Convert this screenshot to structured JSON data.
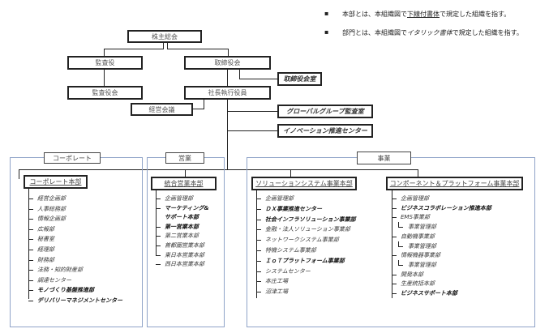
{
  "notes": [
    {
      "prefix": "本部とは、本組織図で",
      "emph": "下線付書体",
      "suffix": "で規定した組織を指す。",
      "emph_style": "underline"
    },
    {
      "prefix": "部門とは、本組織図で",
      "emph": "イタリック書体",
      "suffix": "で規定した組織を指す。",
      "emph_style": "italic"
    }
  ],
  "top": {
    "shareholders": "株主総会",
    "auditor": "監査役",
    "board": "取締役会",
    "audit_board": "監査役会",
    "board_office": "取締役会室",
    "ceo": "社長執行役員",
    "management_meeting": "経営会議",
    "global_audit": "グローバルグループ監査室",
    "innovation_center": "イノベーション推進センター"
  },
  "groups": {
    "corporate": {
      "label": "コーポレート",
      "hq": "コーポレート本部",
      "items": [
        {
          "text": "経営企画部",
          "bold": false
        },
        {
          "text": "人事総務部",
          "bold": false
        },
        {
          "text": "情報企画部",
          "bold": false
        },
        {
          "text": "広報部",
          "bold": false
        },
        {
          "text": "秘書室",
          "bold": false
        },
        {
          "text": "経理部",
          "bold": false
        },
        {
          "text": "財務部",
          "bold": false
        },
        {
          "text": "法務・知的財産部",
          "bold": false
        },
        {
          "text": "調達センター",
          "bold": false
        },
        {
          "text": "モノづくり基盤推進部",
          "bold": true
        },
        {
          "text": "デリバリーマネジメントセンター",
          "bold": true
        }
      ]
    },
    "sales": {
      "label": "営業",
      "hq": "統合営業本部",
      "items": [
        {
          "text": "企画管理部",
          "bold": false
        },
        {
          "text": "マーケティング&",
          "bold": true
        },
        {
          "text": "サポート本部",
          "bold": true
        },
        {
          "text": "第一営業本部",
          "bold": true
        },
        {
          "text": "第二営業本部",
          "bold": false
        },
        {
          "text": "首都圏営業本部",
          "bold": false
        },
        {
          "text": "東日本営業本部",
          "bold": false
        },
        {
          "text": "西日本営業本部",
          "bold": false
        }
      ]
    },
    "business": {
      "label": "事業",
      "solutions": {
        "hq": "ソリューションシステム事業本部",
        "items": [
          {
            "text": "企画管理部",
            "bold": false
          },
          {
            "text": "ＤＸ事業推進センター",
            "bold": true
          },
          {
            "text": "社会インフラソリューション事業部",
            "bold": true
          },
          {
            "text": "金融・法人ソリューション事業部",
            "bold": false
          },
          {
            "text": "ネットワークシステム事業部",
            "bold": false
          },
          {
            "text": "特機システム事業部",
            "bold": false
          },
          {
            "text": "ＩｏＴプラットフォーム事業部",
            "bold": true
          },
          {
            "text": "システムセンター",
            "bold": false
          },
          {
            "text": "本庄工場",
            "bold": false
          },
          {
            "text": "沼津工場",
            "bold": false
          }
        ]
      },
      "components": {
        "hq": "コンポーネント＆プラットフォーム事業本部",
        "items": [
          {
            "text": "企画管理部",
            "bold": false,
            "sub": false
          },
          {
            "text": "ビジネスコラボレーション推進本部",
            "bold": true,
            "sub": false
          },
          {
            "text": "EMS事業部",
            "bold": false,
            "sub": false
          },
          {
            "text": "事業管理部",
            "bold": false,
            "sub": true
          },
          {
            "text": "自動機事業部",
            "bold": false,
            "sub": false
          },
          {
            "text": "事業管理部",
            "bold": false,
            "sub": true
          },
          {
            "text": "情報機器事業部",
            "bold": false,
            "sub": false
          },
          {
            "text": "事業管理部",
            "bold": false,
            "sub": true
          },
          {
            "text": "開発本部",
            "bold": false,
            "sub": false
          },
          {
            "text": "生産統括本部",
            "bold": false,
            "sub": false
          },
          {
            "text": "ビジネスサポート本部",
            "bold": true,
            "sub": false
          }
        ]
      }
    }
  }
}
